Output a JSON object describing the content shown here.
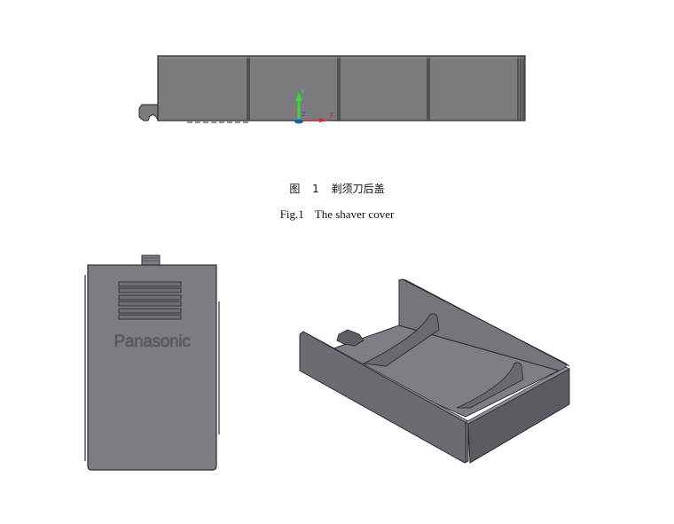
{
  "figure": {
    "number_cn": "图 1",
    "title_cn": "剃须刀后盖",
    "number_en": "Fig.1",
    "title_en": "The shaver cover"
  },
  "top_view": {
    "segments": 4,
    "axis_labels": {
      "x": "X",
      "y": "Y",
      "z": "Z"
    },
    "colors": {
      "body": "#7b7a7f",
      "edge": "#2a2a2e",
      "x_axis": "#d22c2c",
      "y_axis": "#3ad63a",
      "z_axis": "#1f5fa8"
    }
  },
  "front_view": {
    "brand_text": "Panasonic",
    "vent_slots": 6,
    "colors": {
      "body": "#7d7c82",
      "edge": "#2e2e33"
    }
  },
  "iso_view": {
    "colors": {
      "top": "#85848a",
      "side": "#6a6970",
      "dark": "#55545b",
      "edge": "#2c2c30"
    }
  }
}
